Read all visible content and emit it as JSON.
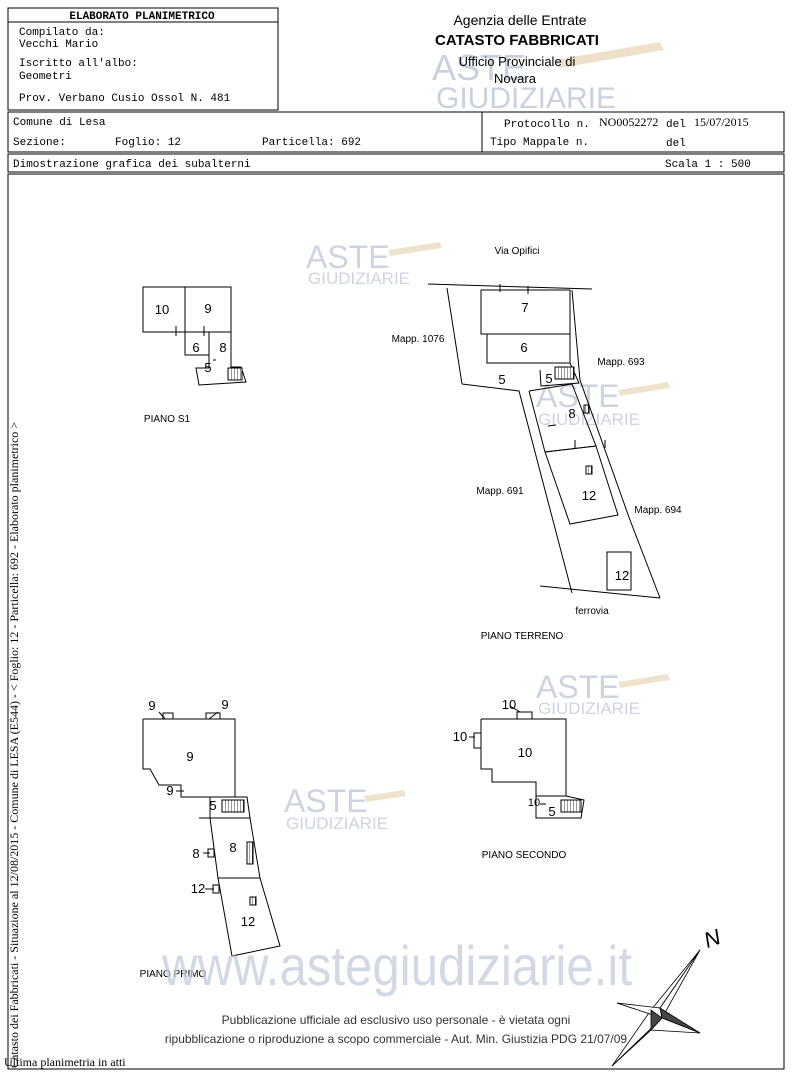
{
  "header_left": {
    "title": "ELABORATO PLANIMETRICO",
    "compilato_label": "Compilato da:",
    "compilato_value": "Vecchi Mario",
    "iscritto_label": "Iscritto all'albo:",
    "iscritto_value": "Geometri",
    "prov": "Prov. Verbano Cusio Ossol N. 481"
  },
  "header_right": {
    "line1": "Agenzia delle Entrate",
    "line2": "CATASTO FABBRICATI",
    "line3": "Ufficio Provinciale di",
    "line4": "Novara"
  },
  "info": {
    "comune": "Comune di Lesa",
    "sezione_label": "Sezione:",
    "foglio": "Foglio: 12",
    "particella": "Particella: 692",
    "protocollo_label": "Protocollo n.",
    "protocollo_value": "NO0052272",
    "del_label": "del",
    "del_value": "15/07/2015",
    "tipo_label": "Tipo Mappale n.",
    "tipo_del_label": "del",
    "dimostrazione": "Dimostrazione grafica dei subalterni",
    "scala": "Scala 1 : 500"
  },
  "side_text": "Catasto dei Fabbricati - Situazione al 12/08/2015 - Comune di LESA (E544) - < Foglio: 12 - Particella: 692 - Elaborato planimetrico >",
  "watermark": {
    "aste": "ASTE",
    "giudiziarie": "GIUDIZIARIE",
    "site": "www.astegiudiziarie.it"
  },
  "plans": {
    "s1": {
      "label": "PIANO S1",
      "r10": "10",
      "r9": "9",
      "r6": "6",
      "r8": "8",
      "r5": "5"
    },
    "terreno": {
      "label": "PIANO TERRENO",
      "via": "Via Opifici",
      "mapp1076": "Mapp. 1076",
      "mapp693": "Mapp. 693",
      "mapp691": "Mapp. 691",
      "mapp694": "Mapp. 694",
      "ferrovia": "ferrovia",
      "r7": "7",
      "r6": "6",
      "r5": "5",
      "r5b": "5",
      "r8": "8",
      "r12": "12",
      "r12b": "12"
    },
    "primo": {
      "label": "PIANO PRIMO",
      "t9a": "9",
      "t9b": "9",
      "r9": "9",
      "t9c": "9",
      "r5": "5",
      "r8": "8",
      "t8": "8",
      "t12": "12",
      "r12": "12"
    },
    "secondo": {
      "label": "PIANO SECONDO",
      "t10a": "10",
      "t10b": "10",
      "r10": "10",
      "t10c": "10",
      "r5": "5"
    }
  },
  "footer": {
    "line1": "Pubblicazione ufficiale ad esclusivo uso personale - è vietata ogni",
    "line2": "ripubblicazione o riproduzione a scopo commerciale - Aut. Min. Giustizia PDG 21/07/09",
    "ultima": "Ultima planimetria in atti",
    "north": "N"
  },
  "colors": {
    "ink": "#000000",
    "watermark": "#aab4c8",
    "watermark_dark": "#8c98b0"
  }
}
